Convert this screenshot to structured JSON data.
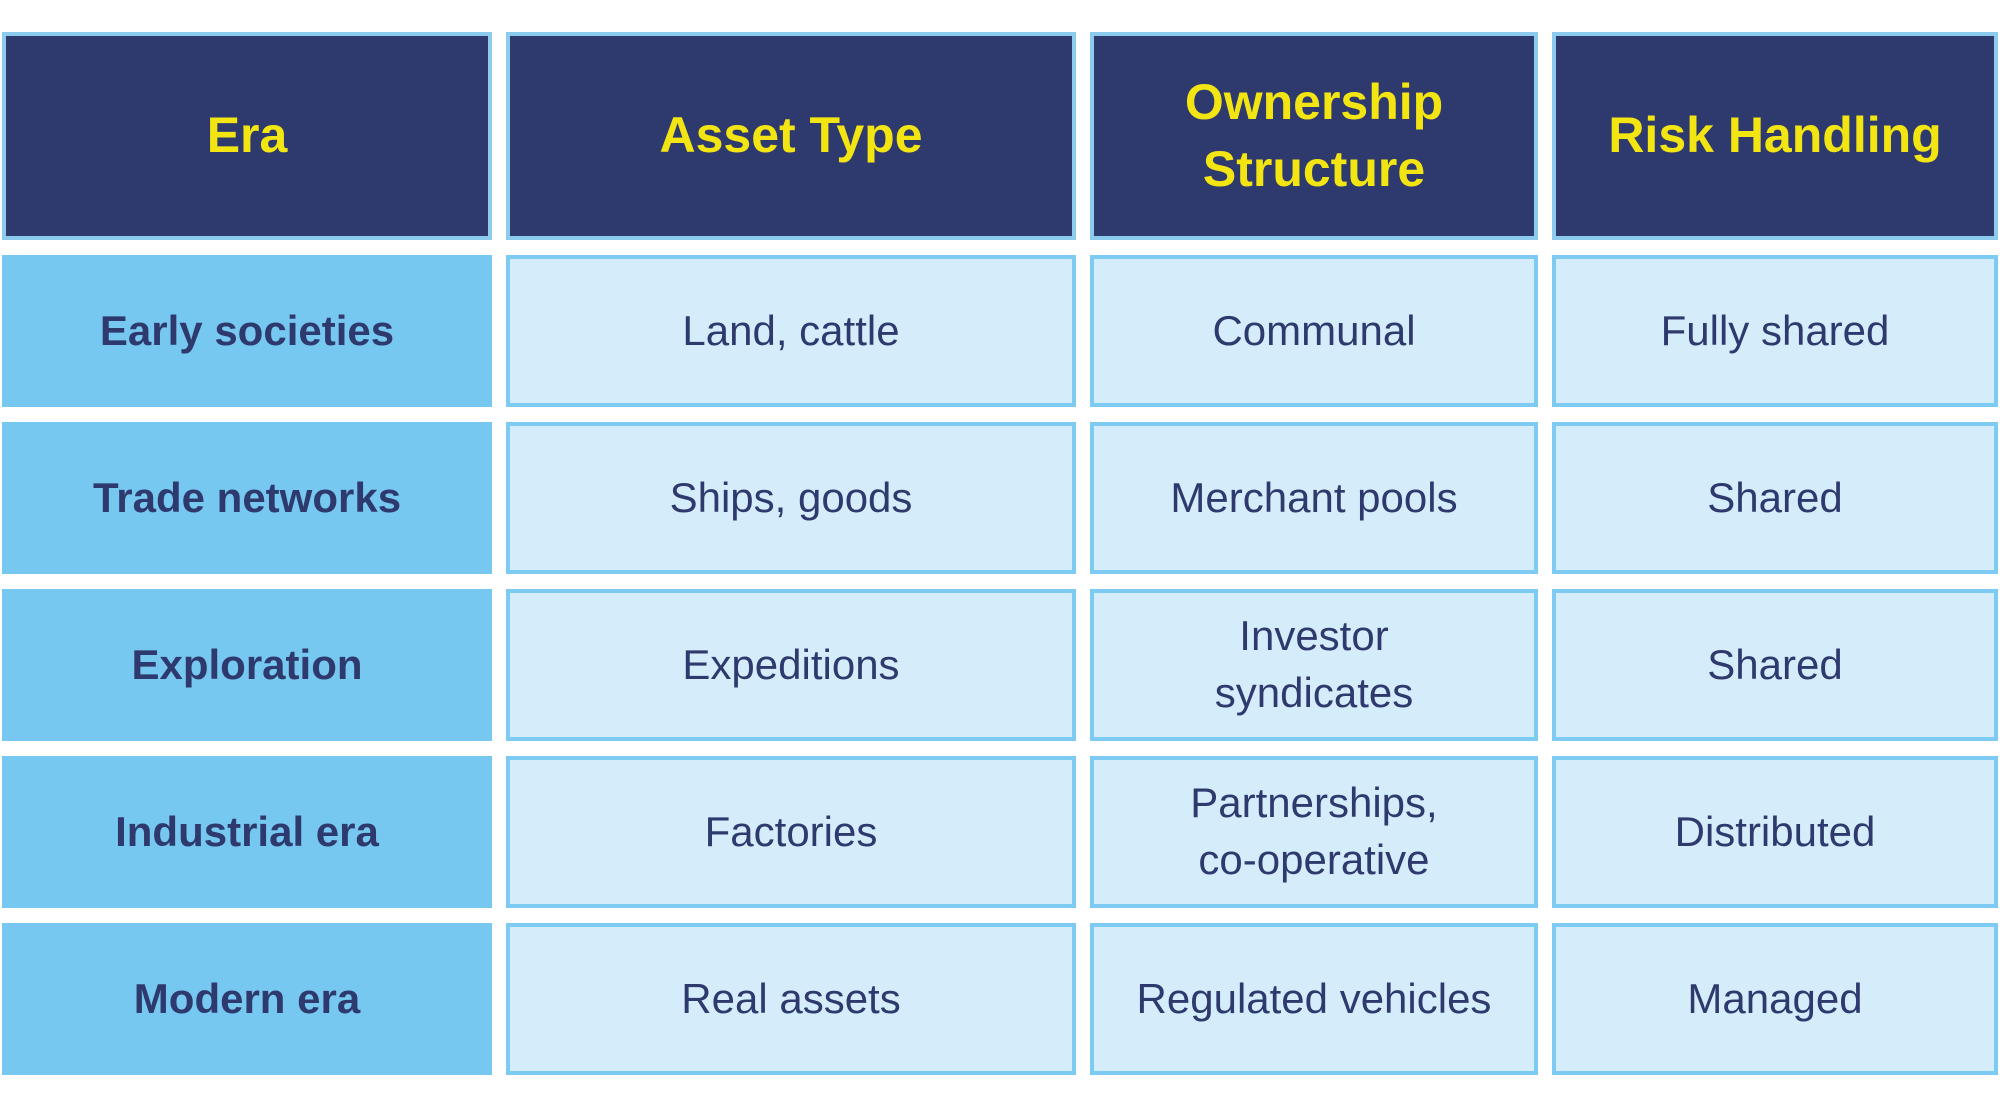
{
  "chart_data": {
    "type": "table",
    "columns": [
      "Era",
      "Asset Type",
      "Ownership\nStructure",
      "Risk Handling"
    ],
    "rows": [
      [
        "Early societies",
        "Land, cattle",
        "Communal",
        "Fully shared"
      ],
      [
        "Trade networks",
        "Ships, goods",
        "Merchant pools",
        "Shared"
      ],
      [
        "Exploration",
        "Expeditions",
        "Investor\nsyndicates",
        "Shared"
      ],
      [
        "Industrial era",
        "Factories",
        "Partnerships,\nco-operative",
        "Distributed"
      ],
      [
        "Modern era",
        "Real assets",
        "Regulated vehicles",
        "Managed"
      ]
    ],
    "layout": {
      "header_position": "top",
      "row_label_column": "Era",
      "grid": "separated-cells-on-white"
    },
    "styles": {
      "page_bg": "#ffffff",
      "header_bg": "#2e3a6e",
      "header_text": "#f3e512",
      "header_border": "#8ccbee",
      "era_bg": "#76c8f0",
      "cell_bg": "#d5edfb",
      "cell_border": "#7dcaf2",
      "cell_text": "#2e3a6e"
    }
  }
}
